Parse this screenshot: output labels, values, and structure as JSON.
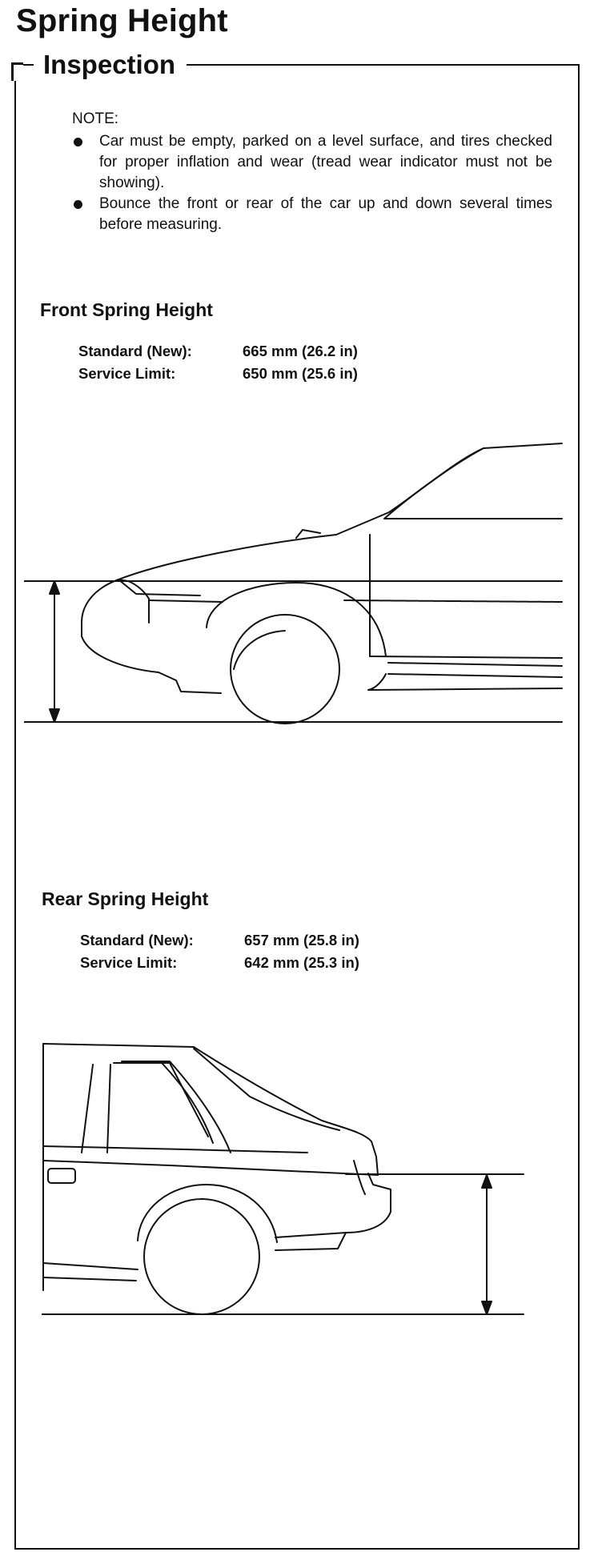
{
  "page": {
    "title": "Spring Height"
  },
  "inspection": {
    "title": "Inspection",
    "note_heading": "NOTE:",
    "notes": [
      "Car must be empty, parked on a level surface, and tires checked for proper inflation and wear (tread wear indicator must not be showing).",
      "Bounce the front or rear of the car up and down several times before measuring."
    ]
  },
  "front": {
    "heading": "Front Spring Height",
    "standard_label": "Standard (New):",
    "standard_value": "665 mm (26.2 in)",
    "limit_label": "Service Limit:",
    "limit_value": "650 mm (25.6 in)"
  },
  "rear": {
    "heading": "Rear Spring Height",
    "standard_label": "Standard (New):",
    "standard_value": "657 mm (25.8 in)",
    "limit_label": "Service Limit:",
    "limit_value": "642 mm (25.3 in)"
  },
  "colors": {
    "ink": "#111111",
    "paper": "#ffffff"
  }
}
